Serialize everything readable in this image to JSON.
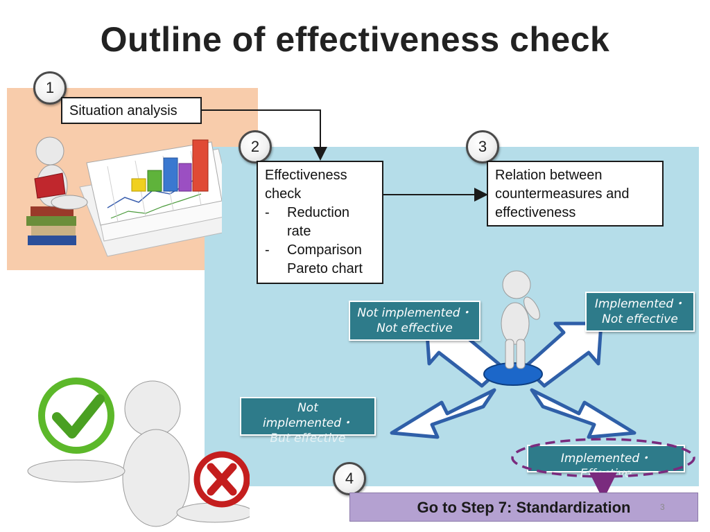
{
  "title": "Outline of effectiveness check",
  "steps": {
    "step1": {
      "number": "1",
      "label": "Situation analysis"
    },
    "step2": {
      "number": "2",
      "heading": "Effectiveness check",
      "items": [
        "Reduction rate",
        "Comparison Pareto chart"
      ]
    },
    "step3": {
      "number": "3",
      "text": "Relation between countermeasures and effectiveness"
    },
    "step4": {
      "number": "4",
      "action": "Go to Step 7: Standardization"
    }
  },
  "quadrants": {
    "not_impl_not_eff": {
      "line1": "Not implemented・",
      "line2": "Not effective"
    },
    "impl_not_eff": {
      "line1": "Implemented・",
      "line2": "Not effective"
    },
    "not_impl_but_eff": {
      "line1": "Not",
      "line2": "implemented・",
      "line3": "But effective"
    },
    "impl_eff": {
      "line1": "Implemented・",
      "line2": "Effective"
    }
  },
  "page_number": "3",
  "colors": {
    "peach_panel": "#f8ccab",
    "blue_panel": "#b5dde9",
    "teal_label": "#2e7b8a",
    "step7_bar": "#b4a1d1",
    "highlight_ellipse": "#7a2b7e",
    "arrow_blue": "#2f5fa8",
    "check_green": "#5cb82a",
    "cross_red": "#c41e1e"
  }
}
